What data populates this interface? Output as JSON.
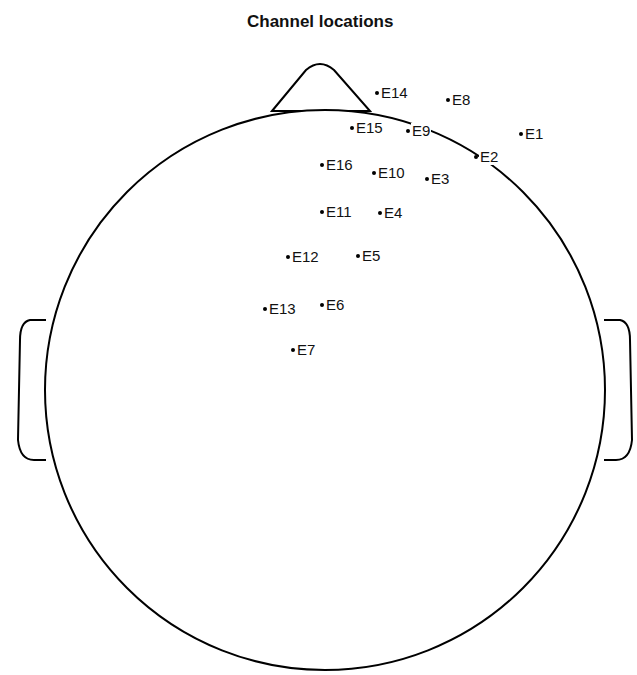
{
  "diagram": {
    "title": "Channel locations",
    "labels": [
      "E14",
      "E8",
      "E1",
      "E15",
      "E9",
      "E2",
      "E16",
      "E10",
      "E3",
      "E11",
      "E4",
      "E12",
      "E5",
      "E13",
      "E6",
      "E7"
    ]
  }
}
